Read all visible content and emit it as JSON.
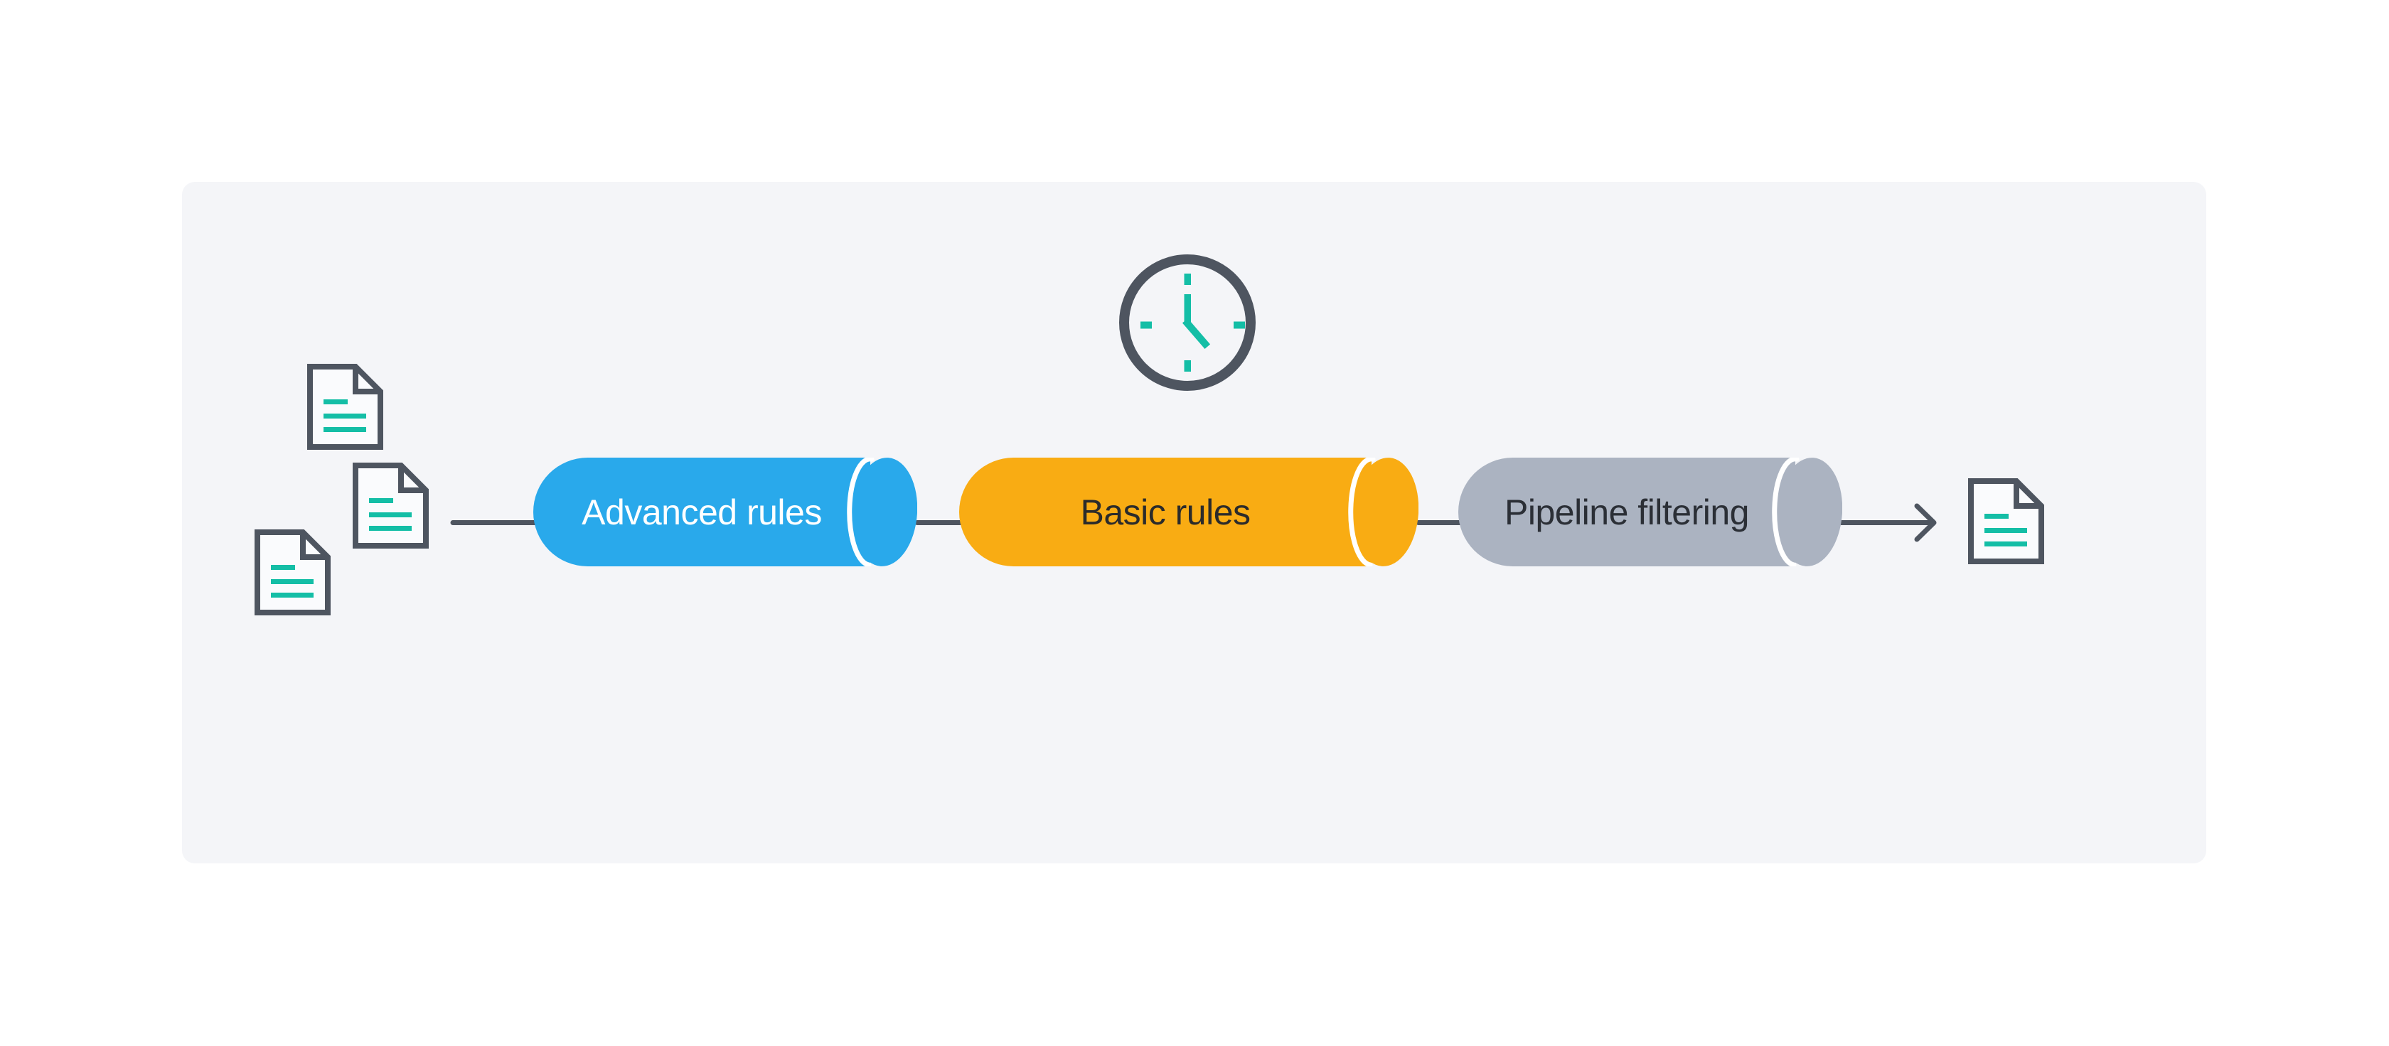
{
  "page": {
    "background": "#FFFFFF"
  },
  "panel": {
    "background": "#F4F5F8"
  },
  "stages": [
    {
      "label": "Advanced rules",
      "color": "#29A9EB",
      "text_color": "#FFFFFF"
    },
    {
      "label": "Basic rules",
      "color": "#F9AC13",
      "text_color": "#2B2B2B"
    },
    {
      "label": "Pipeline filtering",
      "color": "#ABB3C1",
      "text_color": "#2B2F36"
    }
  ],
  "icons": {
    "clock": "clock-icon",
    "input_documents": [
      "document-icon",
      "document-icon",
      "document-icon"
    ],
    "output_document": "document-icon",
    "arrow": "arrow-right-icon"
  },
  "colors": {
    "line": "#4E5560",
    "icon_outline": "#4E5560",
    "teal_accent": "#14BEA6",
    "document_fill": "#FAFBFD",
    "cap_separator": "#FFFFFF"
  }
}
